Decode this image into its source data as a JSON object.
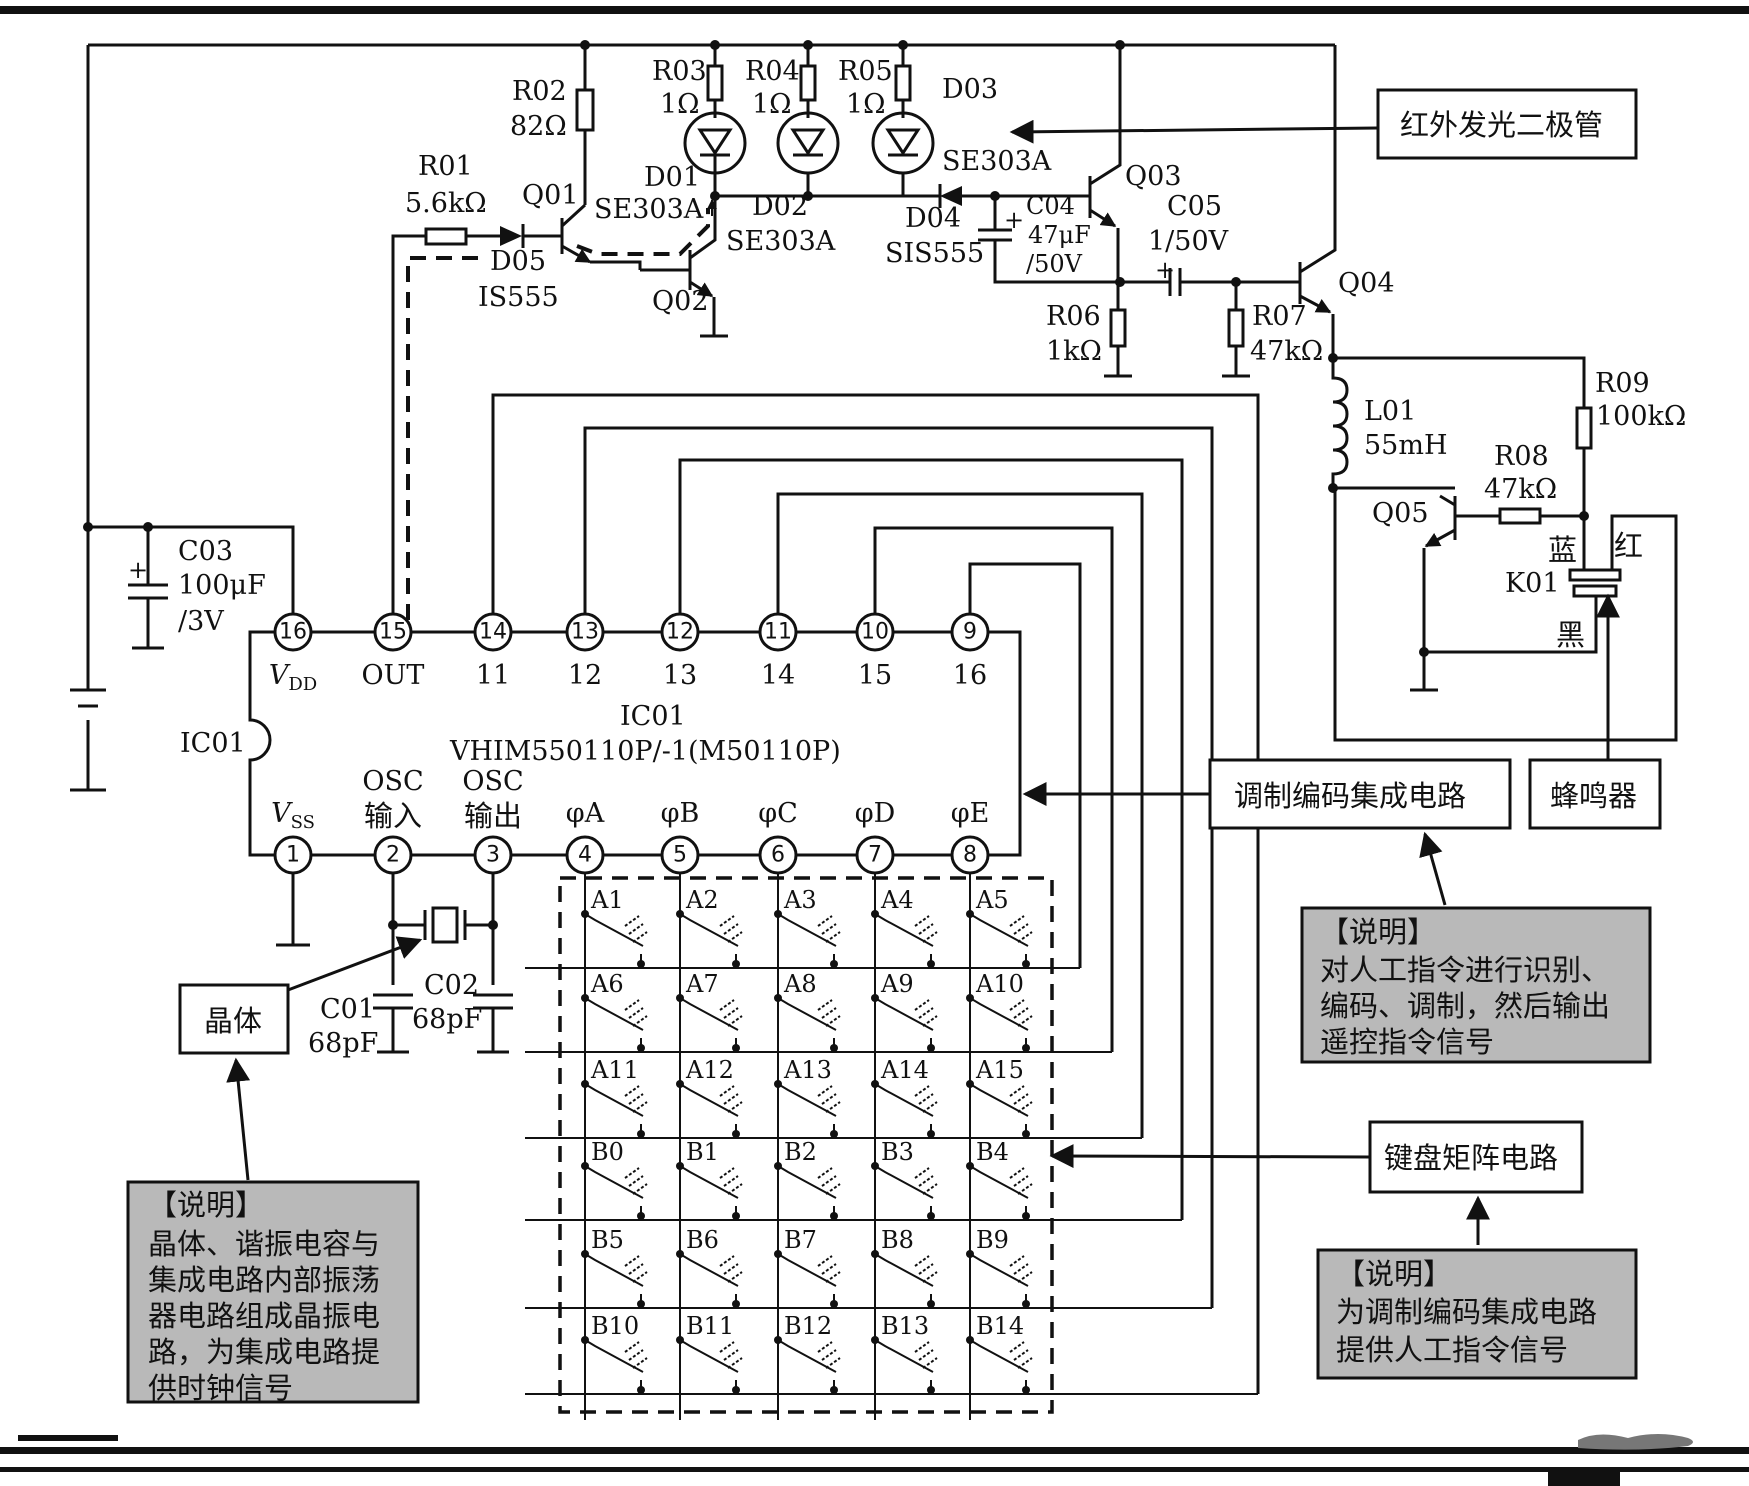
{
  "components": {
    "R01": {
      "ref": "R01",
      "value": "5.6kΩ"
    },
    "R02": {
      "ref": "R02",
      "value": "82Ω"
    },
    "R03": {
      "ref": "R03",
      "value": "1Ω"
    },
    "R04": {
      "ref": "R04",
      "value": "1Ω"
    },
    "R05": {
      "ref": "R05",
      "value": "1Ω"
    },
    "R06": {
      "ref": "R06",
      "value": "1kΩ"
    },
    "R07": {
      "ref": "R07",
      "value": "47kΩ"
    },
    "R08": {
      "ref": "R08",
      "value": "47kΩ"
    },
    "R09": {
      "ref": "R09",
      "value": "100kΩ"
    },
    "D01": {
      "ref": "D01",
      "part": "SE303A"
    },
    "D02": {
      "ref": "D02",
      "part": "SE303A"
    },
    "D03": {
      "ref": "D03",
      "part": "SE303A"
    },
    "D04": {
      "ref": "D04",
      "part": "SIS555"
    },
    "D05": {
      "ref": "D05",
      "part": "IS555"
    },
    "Q01": "Q01",
    "Q02": "Q02",
    "Q03": "Q03",
    "Q04": "Q04",
    "Q05": "Q05",
    "C01": {
      "ref": "C01",
      "value": "68pF"
    },
    "C02": {
      "ref": "C02",
      "value": "68pF"
    },
    "C03": {
      "ref": "C03",
      "value1": "100μF",
      "value2": "/3V"
    },
    "C04": {
      "ref": "C04",
      "value1": "47μF",
      "value2": "/50V"
    },
    "C05": {
      "ref": "C05",
      "value": "1/50V"
    },
    "L01": {
      "ref": "L01",
      "value": "55mH"
    },
    "K01": {
      "ref": "K01",
      "blue": "蓝",
      "red": "红",
      "black": "黑"
    }
  },
  "ic": {
    "ref": "IC01",
    "side_label": "IC01",
    "part": "VHIM550110P/-1(M50110P)",
    "top_pins": [
      {
        "num": "16",
        "label": "V",
        "sub": "DD"
      },
      {
        "num": "15",
        "label": "OUT"
      },
      {
        "num": "14",
        "label": "11"
      },
      {
        "num": "13",
        "label": "12"
      },
      {
        "num": "12",
        "label": "13"
      },
      {
        "num": "11",
        "label": "14"
      },
      {
        "num": "10",
        "label": "15"
      },
      {
        "num": "9",
        "label": "16"
      }
    ],
    "bottom_pins": [
      {
        "num": "1",
        "label": "V",
        "sub": "SS"
      },
      {
        "num": "2",
        "label": "OSC",
        "label2": "输入"
      },
      {
        "num": "3",
        "label": "OSC",
        "label2": "输出"
      },
      {
        "num": "4",
        "label": "φA"
      },
      {
        "num": "5",
        "label": "φB"
      },
      {
        "num": "6",
        "label": "φC"
      },
      {
        "num": "7",
        "label": "φD"
      },
      {
        "num": "8",
        "label": "φE"
      }
    ]
  },
  "keys": [
    [
      "A1",
      "A2",
      "A3",
      "A4",
      "A5"
    ],
    [
      "A6",
      "A7",
      "A8",
      "A9",
      "A10"
    ],
    [
      "A11",
      "A12",
      "A13",
      "A14",
      "A15"
    ],
    [
      "B0",
      "B1",
      "B2",
      "B3",
      "B4"
    ],
    [
      "B5",
      "B6",
      "B7",
      "B8",
      "B9"
    ],
    [
      "B10",
      "B11",
      "B12",
      "B13",
      "B14"
    ]
  ],
  "callouts": {
    "ir_led": "红外发光二极管",
    "modulator": "调制编码集成电路",
    "buzzer": "蜂鸣器",
    "crystal": "晶体",
    "keyboard": "键盘矩阵电路"
  },
  "notes": {
    "crystal": {
      "title": "【说明】",
      "lines": [
        "晶体、谐振电容与",
        "集成电路内部振荡",
        "器电路组成晶振电",
        "路，为集成电路提",
        "供时钟信号"
      ]
    },
    "modulator": {
      "title": "【说明】",
      "lines": [
        "对人工指令进行识别、",
        "编码、调制，然后输出",
        "遥控指令信号"
      ]
    },
    "keyboard": {
      "title": "【说明】",
      "lines": [
        "为调制编码集成电路",
        "提供人工指令信号"
      ]
    }
  }
}
